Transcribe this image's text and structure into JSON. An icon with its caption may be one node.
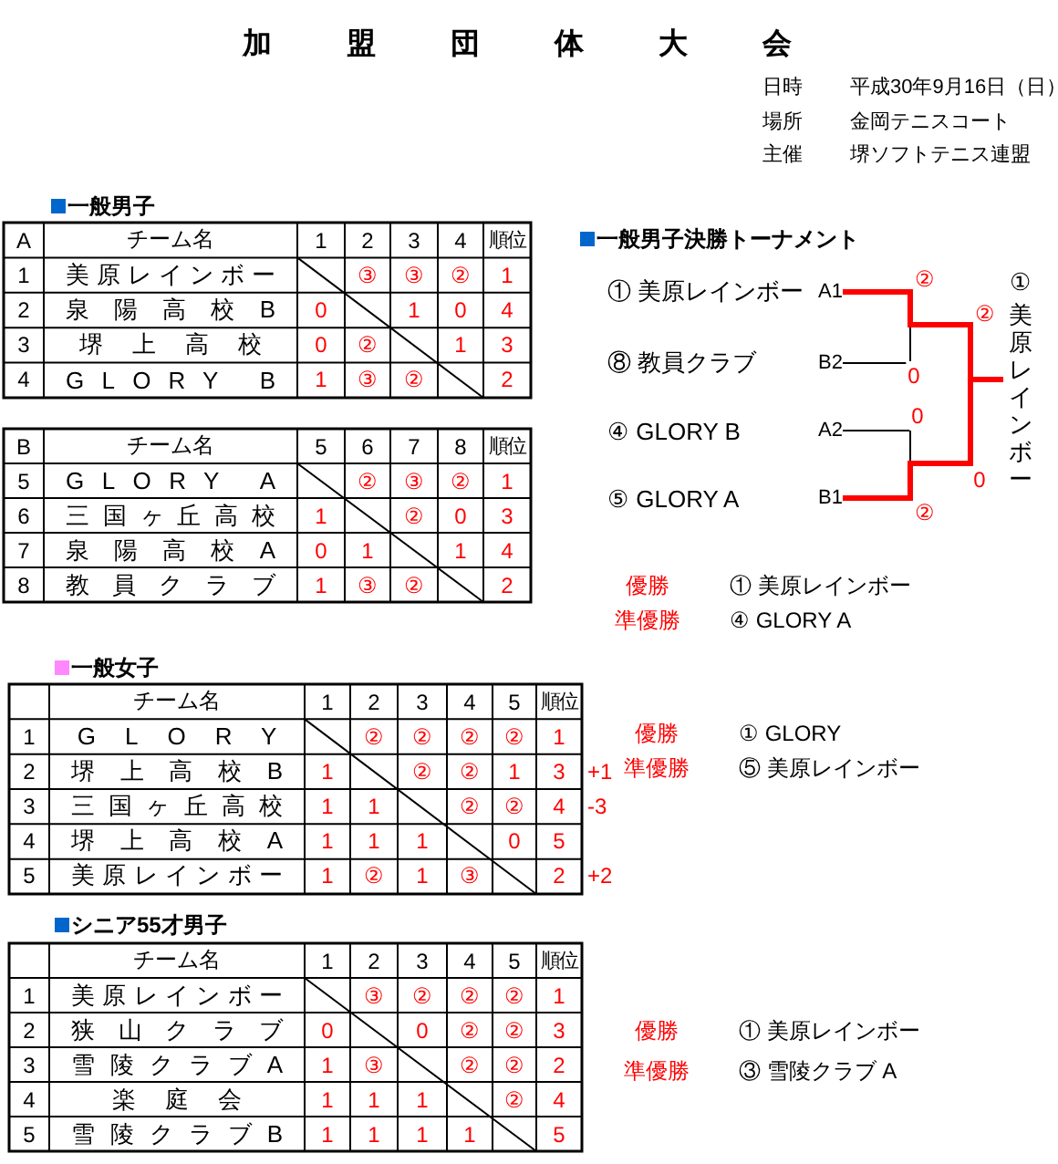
{
  "diagram": {
    "title": "加盟団体大会",
    "nodes": [
      {
        "text": [
          "① 美原レインボー"
        ],
        "beside": [
          "A1"
        ]
      },
      {
        "text": [
          "⑧ 教員クラブ"
        ],
        "beside": [
          "B2"
        ]
      },
      {
        "text": [
          "④ GLORY B"
        ],
        "beside": [
          "A2"
        ]
      },
      {
        "text": [
          "⑤ GLORY A"
        ],
        "beside": [
          "B1"
        ]
      },
      {
        "text": [
          "① 美原レインボー"
        ]
      }
    ],
    "edges": [
      {
        "from": 0,
        "to": 4,
        "arrow": "none",
        "label": "②",
        "style": "thick",
        "color": "#ff0000"
      },
      {
        "from": 1,
        "to": 4,
        "arrow": "none",
        "label": "0",
        "color": "#000000"
      },
      {
        "from": 2,
        "to": 4,
        "arrow": "none",
        "label": "0",
        "color": "#000000"
      },
      {
        "from": 3,
        "to": 4,
        "arrow": "none",
        "label": "②",
        "style": "thick",
        "color": "#ff0000"
      }
    ],
    "labels": [
      "日時",
      "平成30年9月16日（日）",
      "場所",
      "金岡テニスコート",
      "主催",
      "堺ソフトテニス連盟",
      "一般男子",
      "A",
      "チーム名",
      "1",
      "2",
      "3",
      "4",
      "順位",
      "1",
      "美原レインボー",
      "③",
      "③",
      "②",
      "1",
      "2",
      "泉陽高校B",
      "0",
      "1",
      "0",
      "4",
      "3",
      "堺上高校",
      "0",
      "②",
      "1",
      "3",
      "4",
      "GLORY B",
      "1",
      "③",
      "②",
      "2",
      "B",
      "チーム名",
      "5",
      "6",
      "7",
      "8",
      "順位",
      "5",
      "GLORY A",
      "②",
      "③",
      "②",
      "1",
      "6",
      "三国ヶ丘高校",
      "1",
      "②",
      "0",
      "3",
      "7",
      "泉陽高校A",
      "0",
      "1",
      "1",
      "4",
      "8",
      "教員クラブ",
      "1",
      "③",
      "②",
      "2",
      "一般男子決勝トーナメント",
      "②",
      "0",
      "優勝",
      "① 美原レインボー",
      "準優勝",
      "④ GLORY A",
      "一般女子",
      "チーム名",
      "1",
      "2",
      "3",
      "4",
      "5",
      "順位",
      "1",
      "GLORY",
      "②",
      "②",
      "②",
      "②",
      "1",
      "2",
      "堺上高校B",
      "1",
      "②",
      "②",
      "1",
      "3",
      "3",
      "三国ヶ丘高校",
      "1",
      "1",
      "②",
      "②",
      "4",
      "4",
      "堺上高校A",
      "1",
      "1",
      "1",
      "0",
      "5",
      "5",
      "美原レインボー",
      "1",
      "②",
      "1",
      "③",
      "2",
      "+1",
      "-3",
      "+2",
      "優勝",
      "① GLORY",
      "準優勝",
      "⑤ 美原レインボー",
      "シニア55才男子",
      "チーム名",
      "1",
      "2",
      "3",
      "4",
      "5",
      "順位",
      "1",
      "美原レインボー",
      "③",
      "②",
      "②",
      "②",
      "1",
      "2",
      "狭山クラブ",
      "0",
      "0",
      "②",
      "②",
      "3",
      "3",
      "雪陵クラブA",
      "1",
      "③",
      "②",
      "②",
      "2",
      "4",
      "楽庭会",
      "1",
      "1",
      "1",
      "②",
      "4",
      "5",
      "雪陵クラブB",
      "1",
      "1",
      "1",
      "1",
      "5",
      "優勝",
      "① 美原レインボー",
      "準優勝",
      "③ 雪陵クラブ A"
    ]
  }
}
